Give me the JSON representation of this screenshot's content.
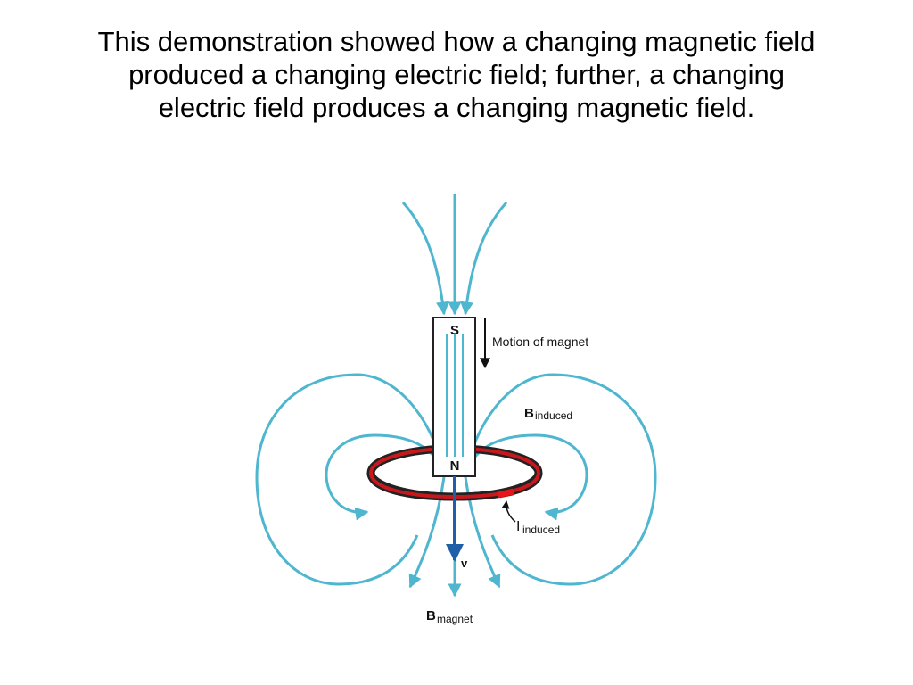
{
  "title_lines": [
    "This demonstration showed how a changing magnetic field",
    "produced a changing electric field; further, a changing",
    "electric field produces a changing magnetic field."
  ],
  "diagram": {
    "magnet_south_label": "S",
    "magnet_north_label": "N",
    "motion_label": "Motion of magnet",
    "b_induced_main": "B",
    "b_induced_sub": "induced",
    "i_induced_main": "I",
    "i_induced_sub": "induced",
    "velocity_label": "v",
    "b_magnet_main": "B",
    "b_magnet_sub": "magnet"
  },
  "colors": {
    "field_line": "#4fb6cf",
    "velocity_arrow": "#1f5fa8",
    "loop_red": "#c8181e",
    "loop_dark": "#222222"
  }
}
